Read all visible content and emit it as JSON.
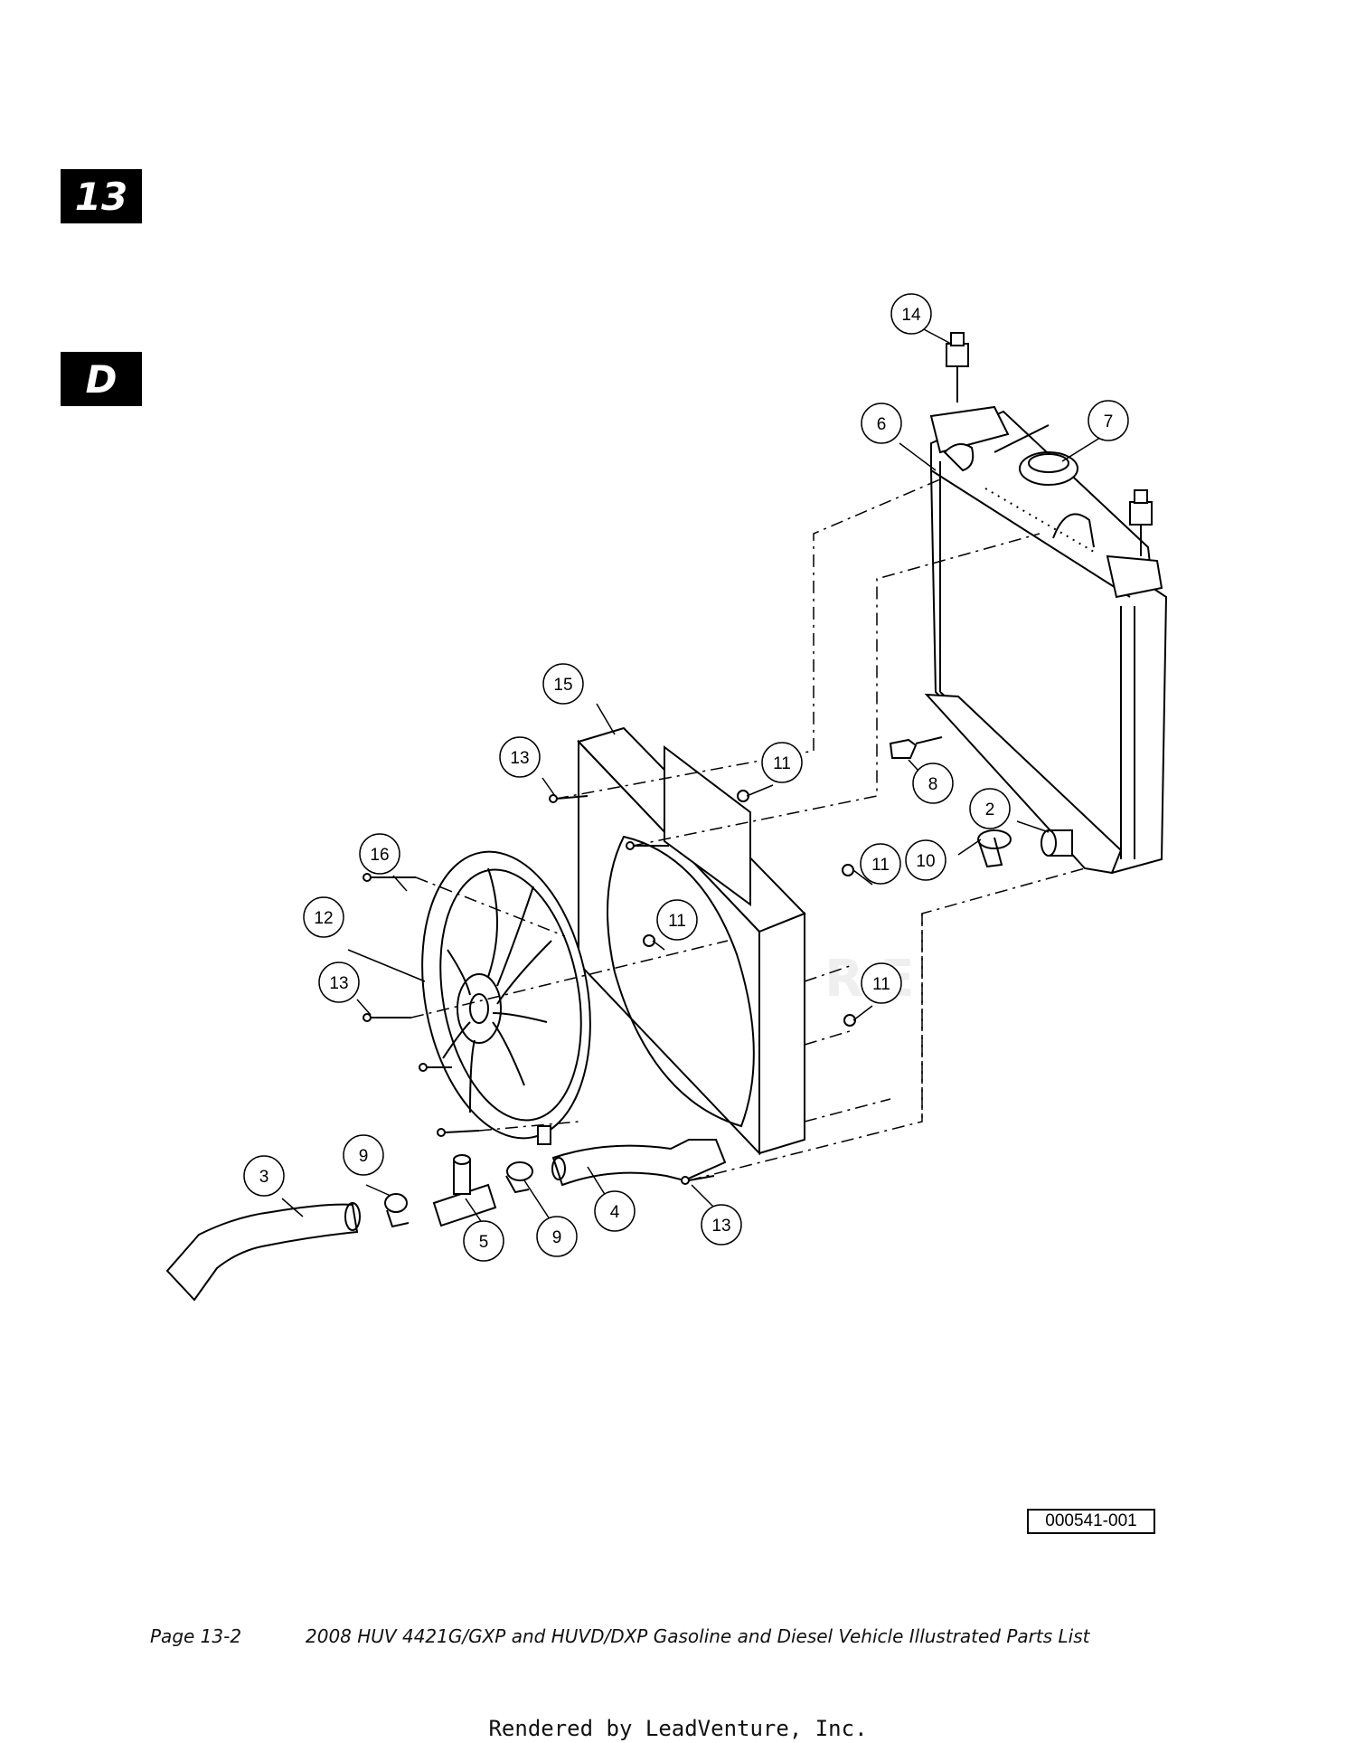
{
  "tabs": {
    "chapter": "13",
    "section": "D"
  },
  "callouts": [
    "14",
    "6",
    "7",
    "15",
    "13",
    "11",
    "8",
    "2",
    "10",
    "11",
    "16",
    "12",
    "11",
    "13",
    "11",
    "3",
    "9",
    "5",
    "9",
    "4",
    "13"
  ],
  "figure_id": "000541-001",
  "footer": {
    "page": "Page 13-2",
    "title": "2008 HUV 4421G/GXP and HUVD/DXP Gasoline and Diesel Vehicle Illustrated Parts List"
  },
  "rendered_by": "Rendered by LeadVenture, Inc.",
  "watermark": "VENTURE"
}
